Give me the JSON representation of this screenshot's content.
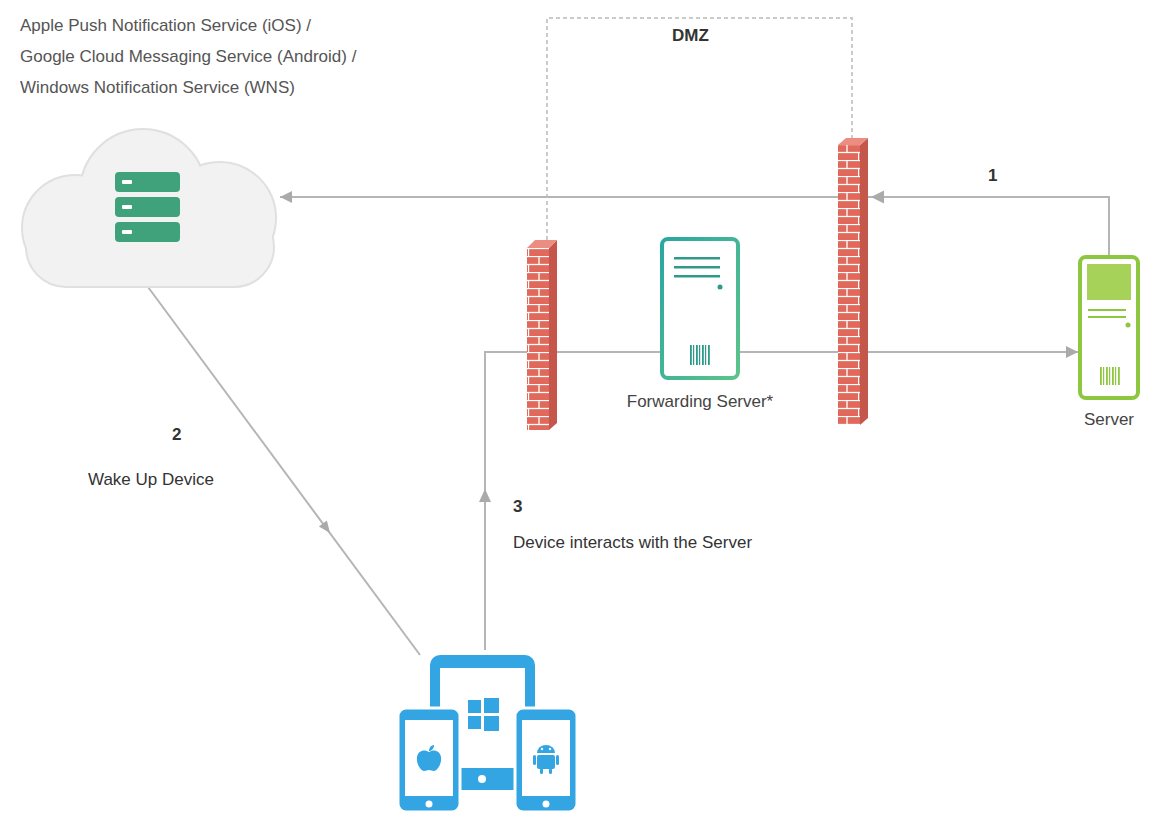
{
  "diagram": {
    "nodes": [
      {
        "text": [
          "Apple Push Notification Service (iOS) / Google Cloud Messaging Service (Android) / Windows Notification Service (WNS)"
        ]
      },
      {
        "text": [
          "Forwarding Server*"
        ]
      },
      {
        "text": [
          "Server"
        ]
      }
    ],
    "edges": [
      {
        "from": 2,
        "to": 0,
        "label": "1",
        "arrow": "to"
      },
      {
        "from": 1,
        "to": 2,
        "arrow": "to"
      }
    ],
    "labels": [
      "DMZ",
      "2",
      "Wake Up Device",
      "3",
      "Device interacts with the Server"
    ]
  }
}
